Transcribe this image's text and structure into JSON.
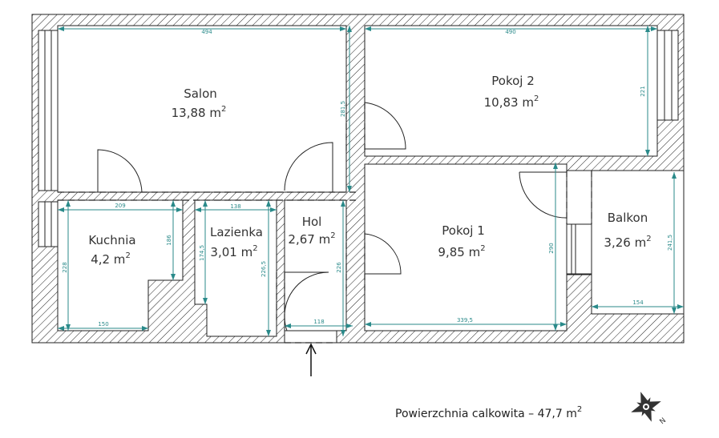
{
  "rooms": {
    "salon": {
      "name": "Salon",
      "area": "13,88 m",
      "sup": "2"
    },
    "pokoj2": {
      "name": "Pokoj 2",
      "area": "10,83 m",
      "sup": "2"
    },
    "kuchnia": {
      "name": "Kuchnia",
      "area": "4,2 m",
      "sup": "2"
    },
    "lazienka": {
      "name": "Lazienka",
      "area": "3,01 m",
      "sup": "2"
    },
    "hol": {
      "name": "Hol",
      "area": "2,67 m",
      "sup": "2"
    },
    "pokoj1": {
      "name": "Pokoj 1",
      "area": "9,85 m",
      "sup": "2"
    },
    "balkon": {
      "name": "Balkon",
      "area": "3,26 m",
      "sup": "2"
    }
  },
  "dimensions": {
    "salon_w": "494",
    "salon_h": "281,5",
    "pokoj2_w": "490",
    "pokoj2_h": "221",
    "kuchnia_w_top": "209",
    "kuchnia_h_right": "186",
    "kuchnia_h": "228",
    "kuchnia_w_bottom": "150",
    "lazienka_w": "138",
    "lazienka_h_left": "174,5",
    "lazienka_h": "226,5",
    "hol_h": "226",
    "hol_w": "118",
    "pokoj1_w": "339,5",
    "pokoj1_h": "290",
    "balkon_h": "241,5",
    "balkon_w": "154"
  },
  "total": {
    "label": "Powierzchnia calkowita  –  47,7 m",
    "sup": "2"
  },
  "compass": {
    "letter": "N"
  },
  "colors": {
    "dimension": "#2a8a8a",
    "wall": "#222222"
  }
}
